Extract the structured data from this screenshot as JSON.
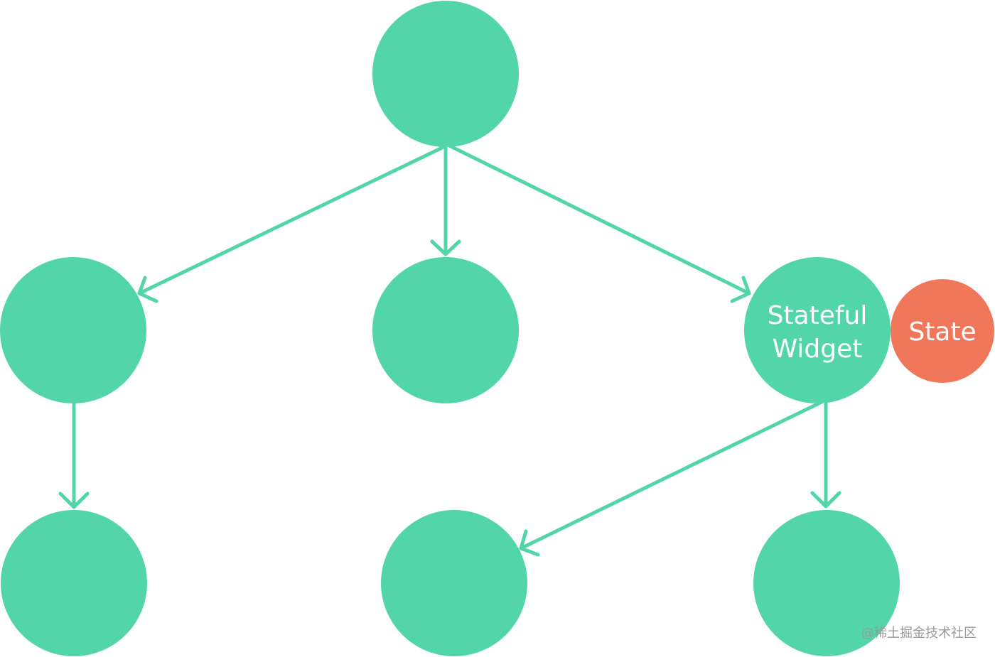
{
  "colors": {
    "widget_node": "#52d5a9",
    "state_node": "#f0775a",
    "edge": "#52d5a9",
    "label": "#ffffff",
    "background": "#ffffff"
  },
  "nodes": {
    "root": {
      "label": ""
    },
    "child_left": {
      "label": ""
    },
    "child_middle": {
      "label": ""
    },
    "stateful_widget": {
      "label_line1": "Stateful",
      "label_line2": "Widget"
    },
    "state": {
      "label": "State"
    },
    "grandchild_left": {
      "label": ""
    },
    "grandchild_middle": {
      "label": ""
    },
    "grandchild_right": {
      "label": ""
    }
  },
  "watermark": "@稀土掘金技术社区"
}
